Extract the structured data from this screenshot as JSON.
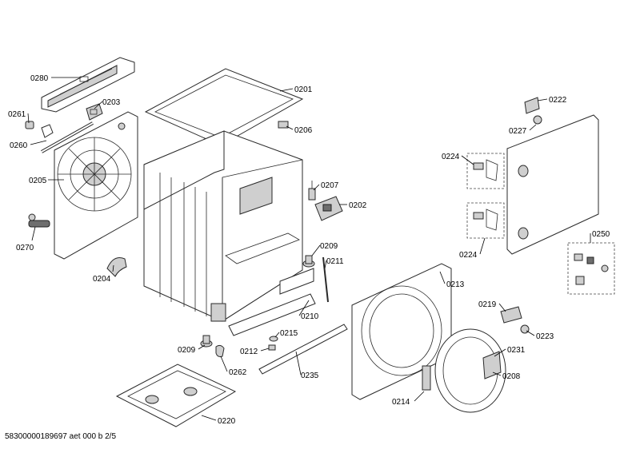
{
  "document_reference": "58300000189697 aet 000 b 2/5",
  "part_labels": {
    "p0280": "0280",
    "p0261": "0261",
    "p0203": "0203",
    "p0260": "0260",
    "p0205": "0205",
    "p0270": "0270",
    "p0204": "0204",
    "p0201": "0201",
    "p0206": "0206",
    "p0207": "0207",
    "p0202": "0202",
    "p0209a": "0209",
    "p0211": "0211",
    "p0210": "0210",
    "p0215": "0215",
    "p0209b": "0209",
    "p0212": "0212",
    "p0262": "0262",
    "p0235": "0235",
    "p0220": "0220",
    "p0222": "0222",
    "p0227": "0227",
    "p0224a": "0224",
    "p0224b": "0224",
    "p0250": "0250",
    "p0213": "0213",
    "p0219": "0219",
    "p0223": "0223",
    "p0231": "0231",
    "p0208": "0208",
    "p0214": "0214"
  }
}
